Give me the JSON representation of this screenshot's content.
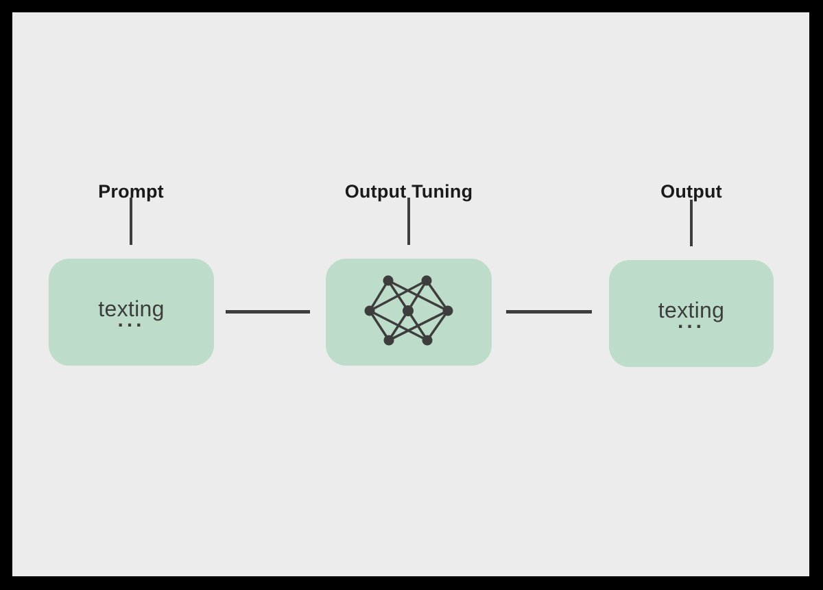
{
  "diagram": {
    "nodes": [
      {
        "label": "Prompt",
        "box_text": "texting",
        "box_subtext": "...",
        "icon": ""
      },
      {
        "label": "Output Tuning",
        "box_text": "",
        "box_subtext": "",
        "icon": "neural-network-icon"
      },
      {
        "label": "Output",
        "box_text": "texting",
        "box_subtext": "...",
        "icon": ""
      }
    ],
    "colors": {
      "frame": "#000000",
      "canvas_background": "#ececec",
      "box_fill": "#bddcc9",
      "line": "#3d3d3d",
      "label_text": "#1a1a1a",
      "box_text": "#3d3d3d"
    }
  }
}
